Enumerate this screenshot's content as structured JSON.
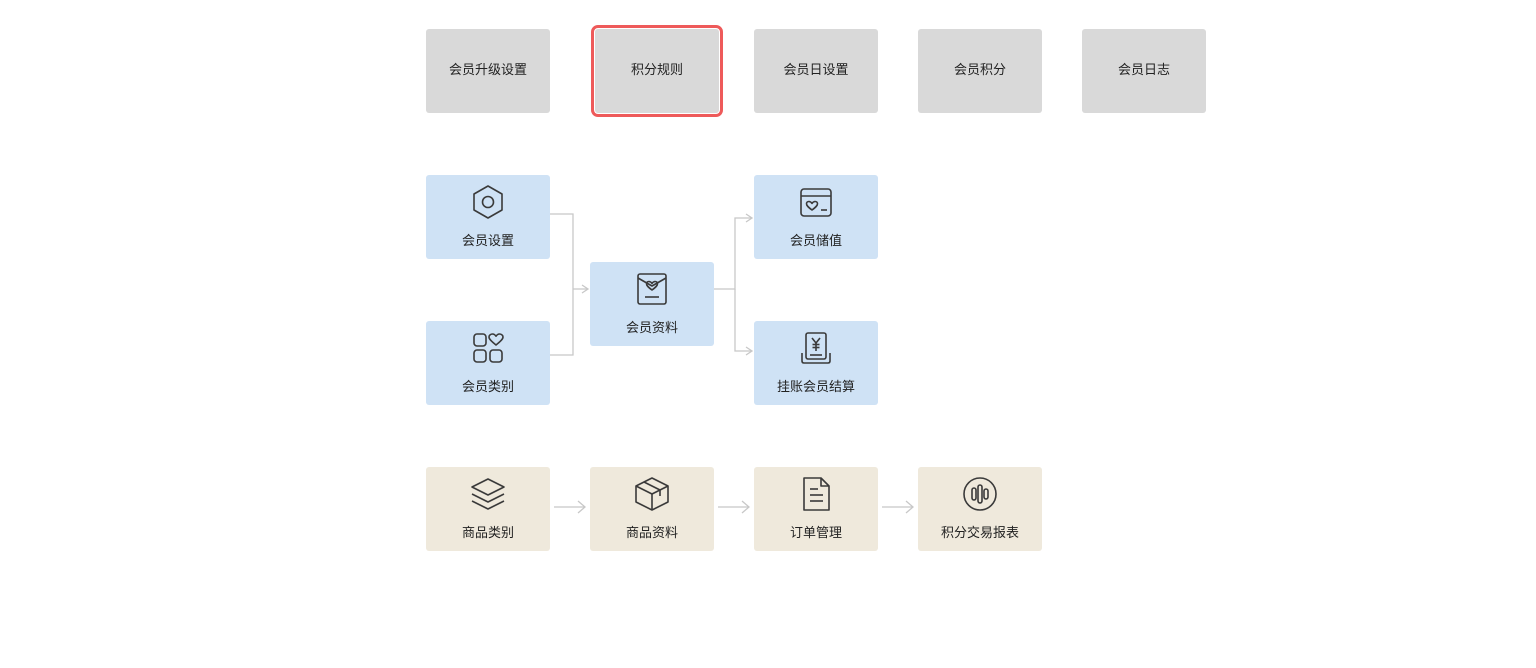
{
  "top_row": [
    {
      "label": "会员升级设置"
    },
    {
      "label": "积分规则",
      "selected": true
    },
    {
      "label": "会员日设置"
    },
    {
      "label": "会员积分"
    },
    {
      "label": "会员日志"
    }
  ],
  "member_flow": {
    "member_settings": {
      "label": "会员设置",
      "icon": "hexagon-settings-icon"
    },
    "member_category": {
      "label": "会员类别",
      "icon": "grid-heart-icon"
    },
    "member_profile": {
      "label": "会员资料",
      "icon": "heart-card-icon"
    },
    "member_stored_value": {
      "label": "会员储值",
      "icon": "heart-wallet-icon"
    },
    "member_credit_settlement": {
      "label": "挂账会员结算",
      "icon": "yen-receipt-icon"
    }
  },
  "product_flow": [
    {
      "label": "商品类别",
      "icon": "layers-icon"
    },
    {
      "label": "商品资料",
      "icon": "box-icon"
    },
    {
      "label": "订单管理",
      "icon": "document-icon"
    },
    {
      "label": "积分交易报表",
      "icon": "bar-circle-icon"
    }
  ],
  "colors": {
    "gray_tile": "#d9d9d9",
    "blue_tile": "#cfe2f5",
    "beige_tile": "#efe9dc",
    "selected_border": "#ee5a5a",
    "connector": "#c8c8c8",
    "icon_stroke": "#3a3a3a"
  }
}
